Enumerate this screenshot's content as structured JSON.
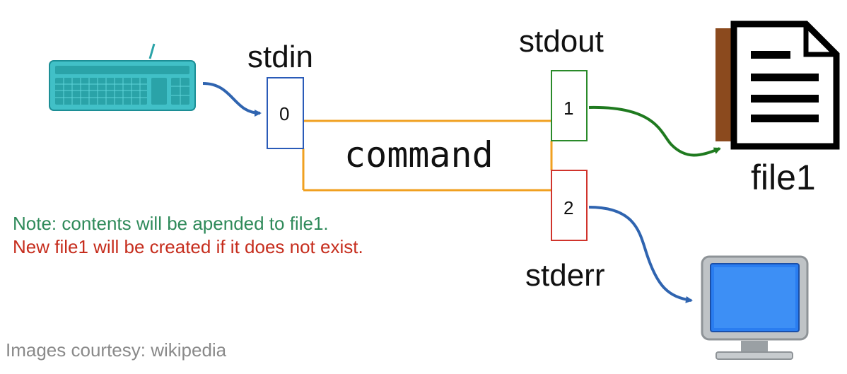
{
  "streams": {
    "stdin": {
      "label": "stdin",
      "fd": "0"
    },
    "stdout": {
      "label": "stdout",
      "fd": "1"
    },
    "stderr": {
      "label": "stderr",
      "fd": "2"
    }
  },
  "command_label": "command",
  "file_label": "file1",
  "note": {
    "line1": "Note: contents will be apended to file1.",
    "line2": "New file1 will be created if it does not exist."
  },
  "credit": "Images courtesy: wikipedia",
  "icons": [
    "keyboard-icon",
    "document-file-icon",
    "monitor-icon"
  ],
  "colors": {
    "stdin_box": "#2a5bb8",
    "stdout_box": "#2a8a2a",
    "stderr_box": "#d0342c",
    "command_lines": "#f0a020",
    "stdin_arrow": "#2f64b0",
    "stdout_arrow": "#1f7a1f",
    "stderr_arrow": "#2f64b0",
    "note_green": "#2f8a5a",
    "note_red": "#c62d1d",
    "credit": "#8a8a8a"
  }
}
